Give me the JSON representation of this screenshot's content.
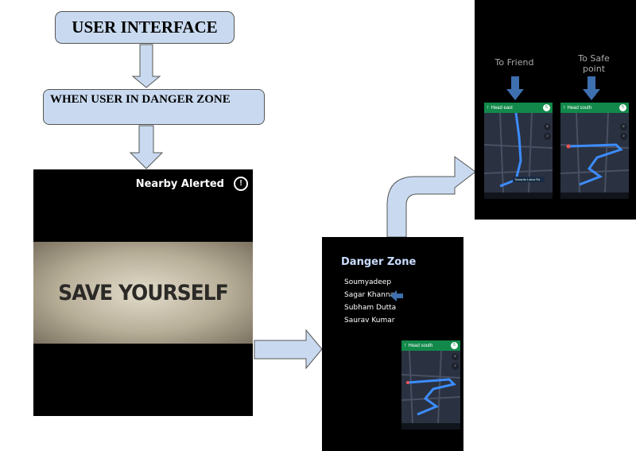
{
  "title_box": {
    "label": "USER INTERFACE"
  },
  "danger_box": {
    "label": "WHEN  USER  IN  DANGER  ZONE"
  },
  "alert_screen": {
    "status": "Nearby Alerted",
    "banner": "SAVE YOURSELF"
  },
  "danger_screen": {
    "title": "Danger Zone",
    "contacts": [
      "Soumyadeep",
      "Sagar Khanna",
      "Subham Dutta",
      "Saurav Kumar"
    ],
    "map": {
      "heading": "Head south",
      "badge": "5"
    }
  },
  "nav_screens": {
    "friend_label": "To Friend",
    "safe_label_line1": "To Safe",
    "safe_label_line2": "point",
    "friend_map": {
      "heading": "Head east",
      "badge": "6",
      "sub": "Towards Lakra Rd"
    },
    "safe_map": {
      "heading": "Head south",
      "badge": "5"
    }
  },
  "colors": {
    "box_fill": "#c9daf0",
    "arrow_fill": "#c9daf0",
    "arrow_dark": "#3e6fae",
    "nav_green": "#12894a",
    "route_blue": "#3d8cff"
  }
}
